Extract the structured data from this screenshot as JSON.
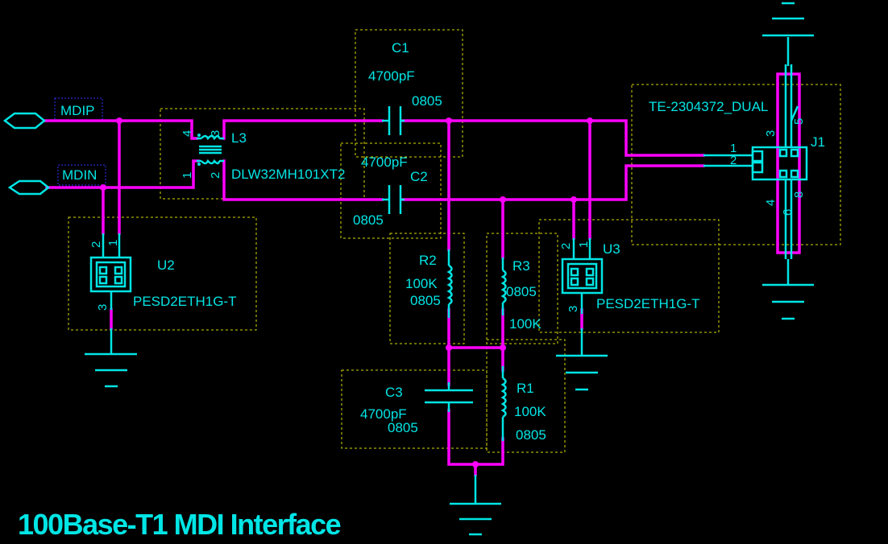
{
  "title": "100Base-T1 MDI Interface",
  "colors": {
    "wire": "#ff00ff",
    "component": "#00e5e5",
    "outline": "#d8d800",
    "net_label_box": "#3030ff",
    "background": "#000000"
  },
  "nets": {
    "mdip": "MDIP",
    "mdin": "MDIN"
  },
  "components": {
    "c1": {
      "ref": "C1",
      "value": "4700pF",
      "package": "0805"
    },
    "c2": {
      "ref": "C2",
      "value": "4700pF",
      "package": "0805"
    },
    "c3": {
      "ref": "C3",
      "value": "4700pF",
      "package": "0805"
    },
    "r1": {
      "ref": "R1",
      "value": "100K",
      "package": "0805"
    },
    "r2": {
      "ref": "R2",
      "value": "100K",
      "package": "0805"
    },
    "r3": {
      "ref": "R3",
      "value": "100K",
      "package": "0805"
    },
    "l3": {
      "ref": "L3",
      "part": "DLW32MH101XT2",
      "pins": [
        "4",
        "3",
        "1",
        "2"
      ]
    },
    "u2": {
      "ref": "U2",
      "part": "PESD2ETH1G-T",
      "pins": [
        "2",
        "1",
        "3"
      ]
    },
    "u3": {
      "ref": "U3",
      "part": "PESD2ETH1G-T",
      "pins": [
        "2",
        "1",
        "3"
      ]
    },
    "j1": {
      "ref": "J1",
      "part": "TE-2304372_DUAL",
      "pins": [
        "3",
        "5",
        "1",
        "2",
        "4",
        "6",
        "8"
      ]
    }
  }
}
